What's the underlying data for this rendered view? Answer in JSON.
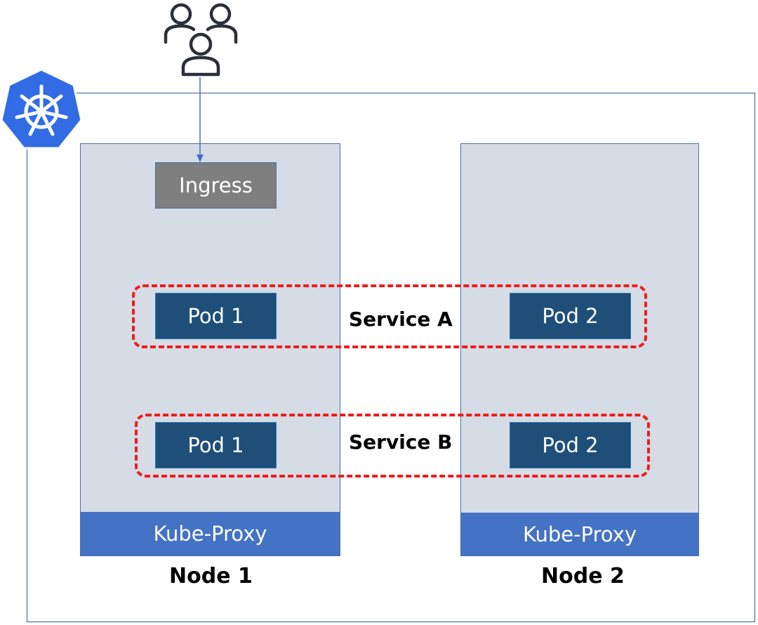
{
  "diagram": {
    "ingress_label": "Ingress",
    "services": [
      {
        "label": "Service A",
        "pods": [
          "Pod 1",
          "Pod 2"
        ]
      },
      {
        "label": "Service B",
        "pods": [
          "Pod 1",
          "Pod 2"
        ]
      }
    ],
    "nodes": [
      {
        "label": "Node 1",
        "proxy_label": "Kube-Proxy"
      },
      {
        "label": "Node 2",
        "proxy_label": "Kube-Proxy"
      }
    ]
  },
  "icons": {
    "users": "users-group-icon",
    "cluster_logo": "kubernetes-logo-icon",
    "arrow": "arrow-down-icon"
  },
  "colors": {
    "cluster_border": "#3a5a8c",
    "node_fill": "#d6dce5",
    "kube_proxy_fill": "#4472c4",
    "pod_fill": "#1f4e79",
    "ingress_fill": "#7f7f7f",
    "service_outline": "#ee1c1c",
    "kubernetes_blue": "#326ce5"
  }
}
